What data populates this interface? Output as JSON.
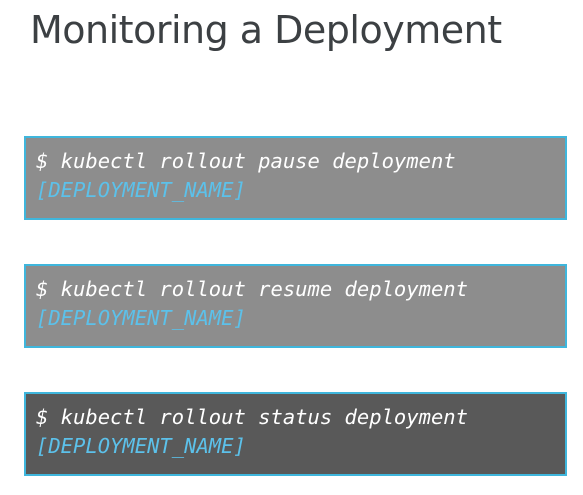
{
  "title": "Monitoring a Deployment",
  "commands": [
    {
      "command": "$ kubectl rollout pause deployment",
      "argument": "[DEPLOYMENT_NAME]"
    },
    {
      "command": "$ kubectl rollout resume deployment",
      "argument": "[DEPLOYMENT_NAME]"
    },
    {
      "command": "$ kubectl rollout status deployment",
      "argument": "[DEPLOYMENT_NAME]"
    }
  ],
  "colors": {
    "title_text": "#3c4043",
    "box_border": "#3fb6dc",
    "box_light_background": "#8d8d8d",
    "box_dark_background": "#595959",
    "command_text": "#ffffff",
    "argument_text": "#5cc1ea"
  }
}
